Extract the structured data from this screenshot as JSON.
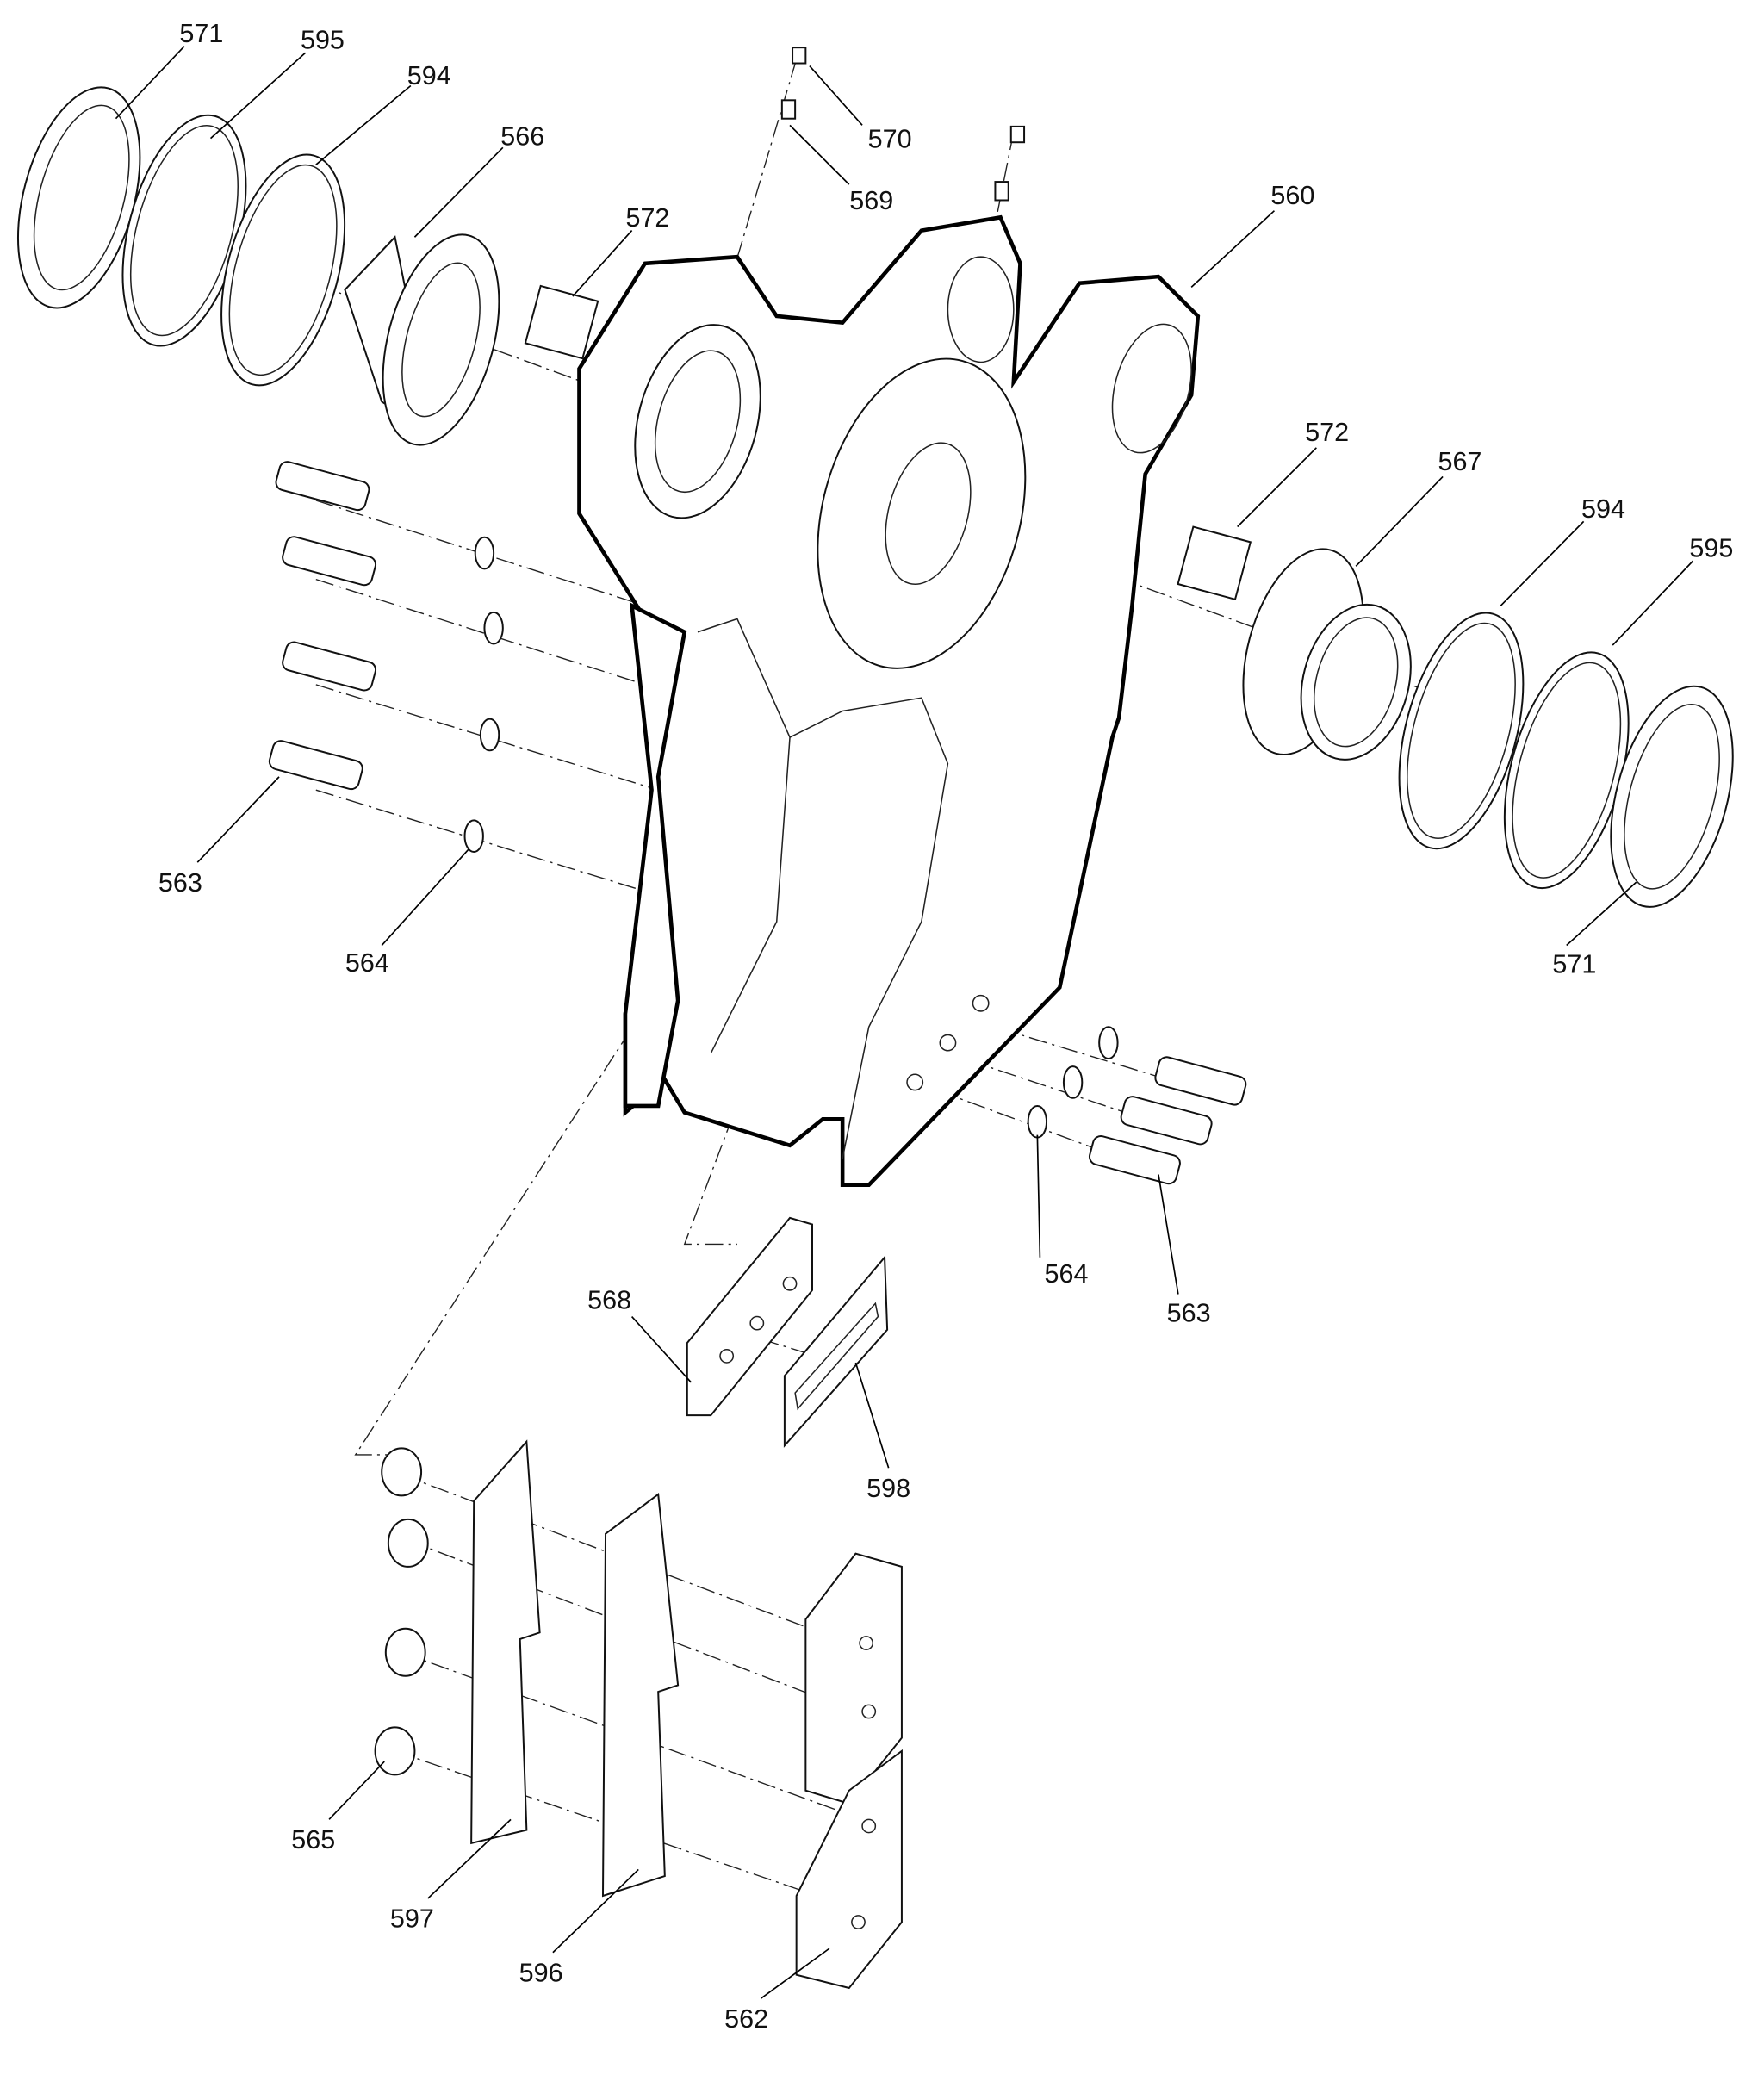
{
  "diagram": {
    "type": "exploded-parts-view",
    "callouts": [
      {
        "id": "c1",
        "label": "571"
      },
      {
        "id": "c2",
        "label": "595"
      },
      {
        "id": "c3",
        "label": "594"
      },
      {
        "id": "c4",
        "label": "566"
      },
      {
        "id": "c5",
        "label": "572"
      },
      {
        "id": "c6",
        "label": "570"
      },
      {
        "id": "c7",
        "label": "569"
      },
      {
        "id": "c8",
        "label": "560"
      },
      {
        "id": "c9",
        "label": "572"
      },
      {
        "id": "c10",
        "label": "567"
      },
      {
        "id": "c11",
        "label": "594"
      },
      {
        "id": "c12",
        "label": "595"
      },
      {
        "id": "c13",
        "label": "571"
      },
      {
        "id": "c14",
        "label": "563"
      },
      {
        "id": "c15",
        "label": "564"
      },
      {
        "id": "c16",
        "label": "564"
      },
      {
        "id": "c17",
        "label": "563"
      },
      {
        "id": "c18",
        "label": "568"
      },
      {
        "id": "c19",
        "label": "598"
      },
      {
        "id": "c20",
        "label": "565"
      },
      {
        "id": "c21",
        "label": "597"
      },
      {
        "id": "c22",
        "label": "596"
      },
      {
        "id": "c23",
        "label": "562"
      }
    ]
  }
}
